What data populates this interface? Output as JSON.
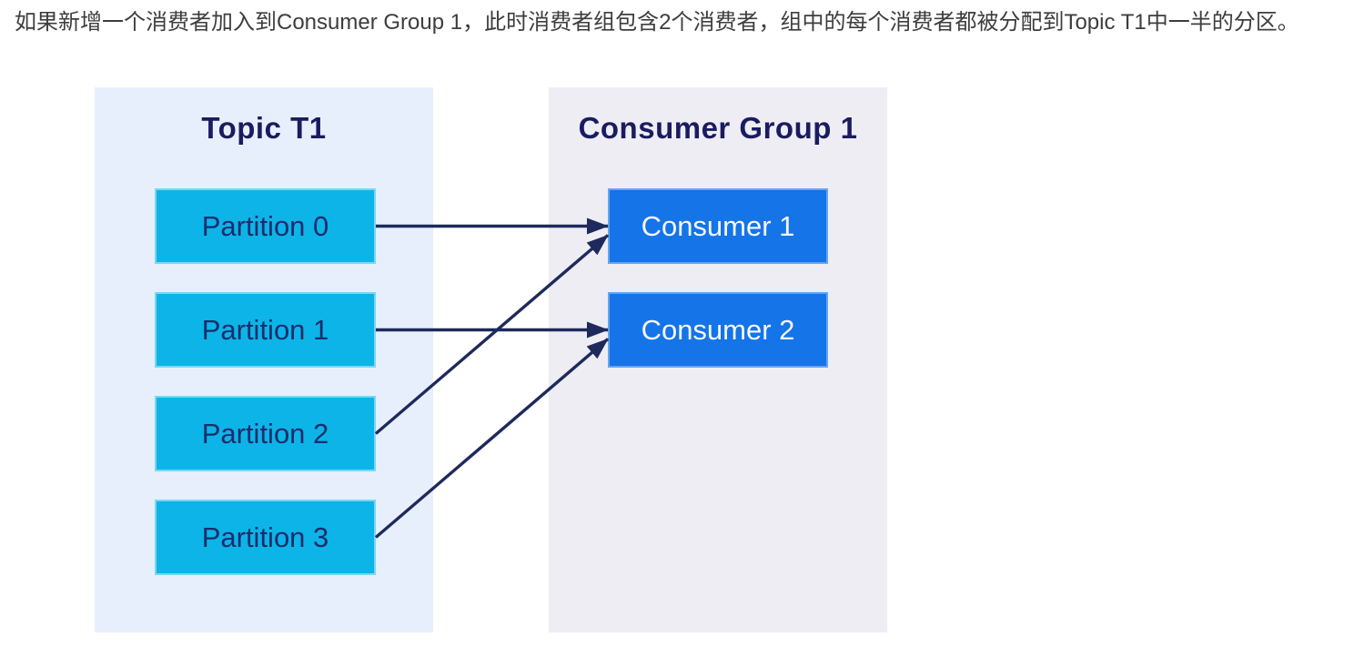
{
  "page": {
    "description": "如果新增一个消费者加入到Consumer Group 1，此时消费者组包含2个消费者，组中的每个消费者都被分配到Topic T1中一半的分区。"
  },
  "diagram": {
    "topic_panel": {
      "title": "Topic T1",
      "partitions": [
        {
          "id": "partition-0",
          "label": "Partition 0"
        },
        {
          "id": "partition-1",
          "label": "Partition 1"
        },
        {
          "id": "partition-2",
          "label": "Partition 2"
        },
        {
          "id": "partition-3",
          "label": "Partition 3"
        }
      ]
    },
    "consumer_panel": {
      "title": "Consumer Group 1",
      "consumers": [
        {
          "id": "consumer-1",
          "label": "Consumer 1"
        },
        {
          "id": "consumer-2",
          "label": "Consumer 2"
        }
      ]
    },
    "connections": [
      {
        "from": "partition-0",
        "to": "consumer-1"
      },
      {
        "from": "partition-1",
        "to": "consumer-2"
      },
      {
        "from": "partition-2",
        "to": "consumer-1"
      },
      {
        "from": "partition-3",
        "to": "consumer-2"
      }
    ],
    "colors": {
      "topic_panel_bg": "#e7effd",
      "consumer_panel_bg": "#eeedf4",
      "partition_box": "#0db4e8",
      "consumer_box": "#1474e8",
      "title_text": "#1a1c60",
      "arrow": "#1e2a5c"
    }
  }
}
